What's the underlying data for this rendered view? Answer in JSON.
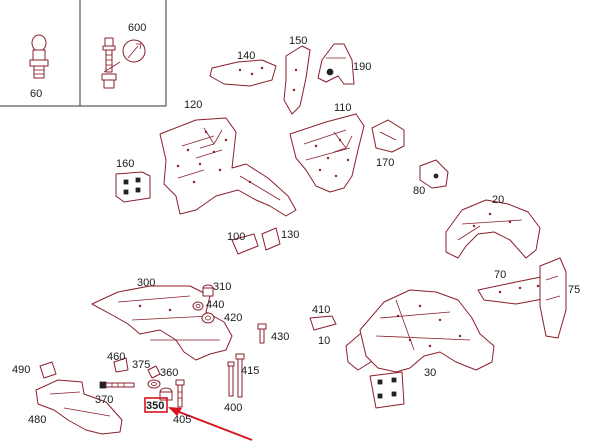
{
  "callouts": [
    {
      "id": "60",
      "label": "60"
    },
    {
      "id": "600",
      "label": "600"
    },
    {
      "id": "140",
      "label": "140"
    },
    {
      "id": "150",
      "label": "150"
    },
    {
      "id": "190",
      "label": "190"
    },
    {
      "id": "120",
      "label": "120"
    },
    {
      "id": "110",
      "label": "110"
    },
    {
      "id": "160",
      "label": "160"
    },
    {
      "id": "170",
      "label": "170"
    },
    {
      "id": "80",
      "label": "80"
    },
    {
      "id": "20",
      "label": "20"
    },
    {
      "id": "100",
      "label": "100"
    },
    {
      "id": "130",
      "label": "130"
    },
    {
      "id": "300",
      "label": "300"
    },
    {
      "id": "310",
      "label": "310"
    },
    {
      "id": "440",
      "label": "440"
    },
    {
      "id": "420",
      "label": "420"
    },
    {
      "id": "430",
      "label": "430"
    },
    {
      "id": "410",
      "label": "410"
    },
    {
      "id": "70",
      "label": "70"
    },
    {
      "id": "75",
      "label": "75"
    },
    {
      "id": "10",
      "label": "10"
    },
    {
      "id": "460",
      "label": "460"
    },
    {
      "id": "375",
      "label": "375"
    },
    {
      "id": "360",
      "label": "360"
    },
    {
      "id": "415",
      "label": "415"
    },
    {
      "id": "490",
      "label": "490"
    },
    {
      "id": "370",
      "label": "370"
    },
    {
      "id": "400",
      "label": "400"
    },
    {
      "id": "30",
      "label": "30"
    },
    {
      "id": "480",
      "label": "480"
    },
    {
      "id": "350",
      "label": "350"
    },
    {
      "id": "405",
      "label": "405"
    }
  ],
  "highlight": {
    "label": "350",
    "color": "#d9141e"
  },
  "colors": {
    "line": "#8a1f2b",
    "arrow": "#d9141e",
    "frame": "#333333"
  }
}
